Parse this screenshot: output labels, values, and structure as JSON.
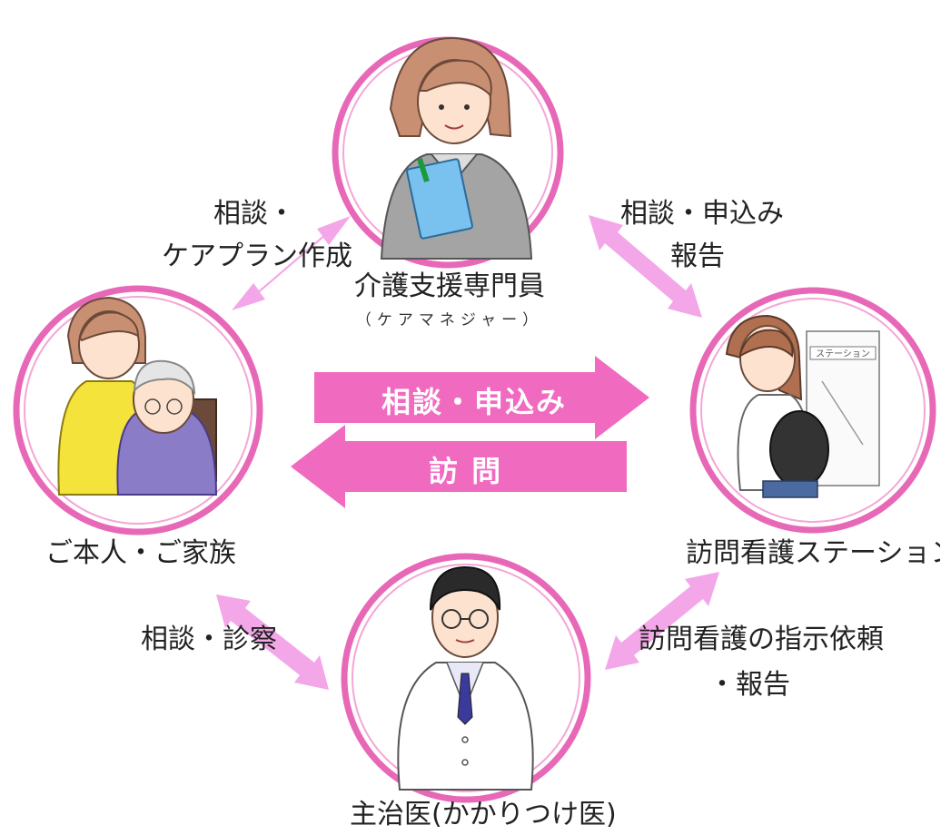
{
  "nodes": {
    "care_manager": {
      "name": "介護支援専門員",
      "sub": "（ケアマネジャー）"
    },
    "family": {
      "name": "ご本人・ご家族"
    },
    "station": {
      "name": "訪問看護ステーション",
      "sign": "ステーション"
    },
    "doctor": {
      "name": "主治医(かかりつけ医)"
    }
  },
  "edges": {
    "family_care_manager": {
      "line1": "相談・",
      "line2": "ケアプラン作成"
    },
    "care_manager_station": {
      "line1": "相談・申込み",
      "line2": "報告"
    },
    "family_doctor": {
      "label": "相談・診察"
    },
    "station_doctor": {
      "line1": "訪問看護の指示依頼",
      "line2": "・報告"
    },
    "family_to_station": {
      "label": "相談・申込み"
    },
    "station_to_family": {
      "label": "訪 問"
    }
  },
  "colors": {
    "ring_outer": "#e868b8",
    "ring_inner": "#f4a6d8",
    "double_arrow": "#f3a6e8",
    "big_arrow": "#f06ac0"
  }
}
